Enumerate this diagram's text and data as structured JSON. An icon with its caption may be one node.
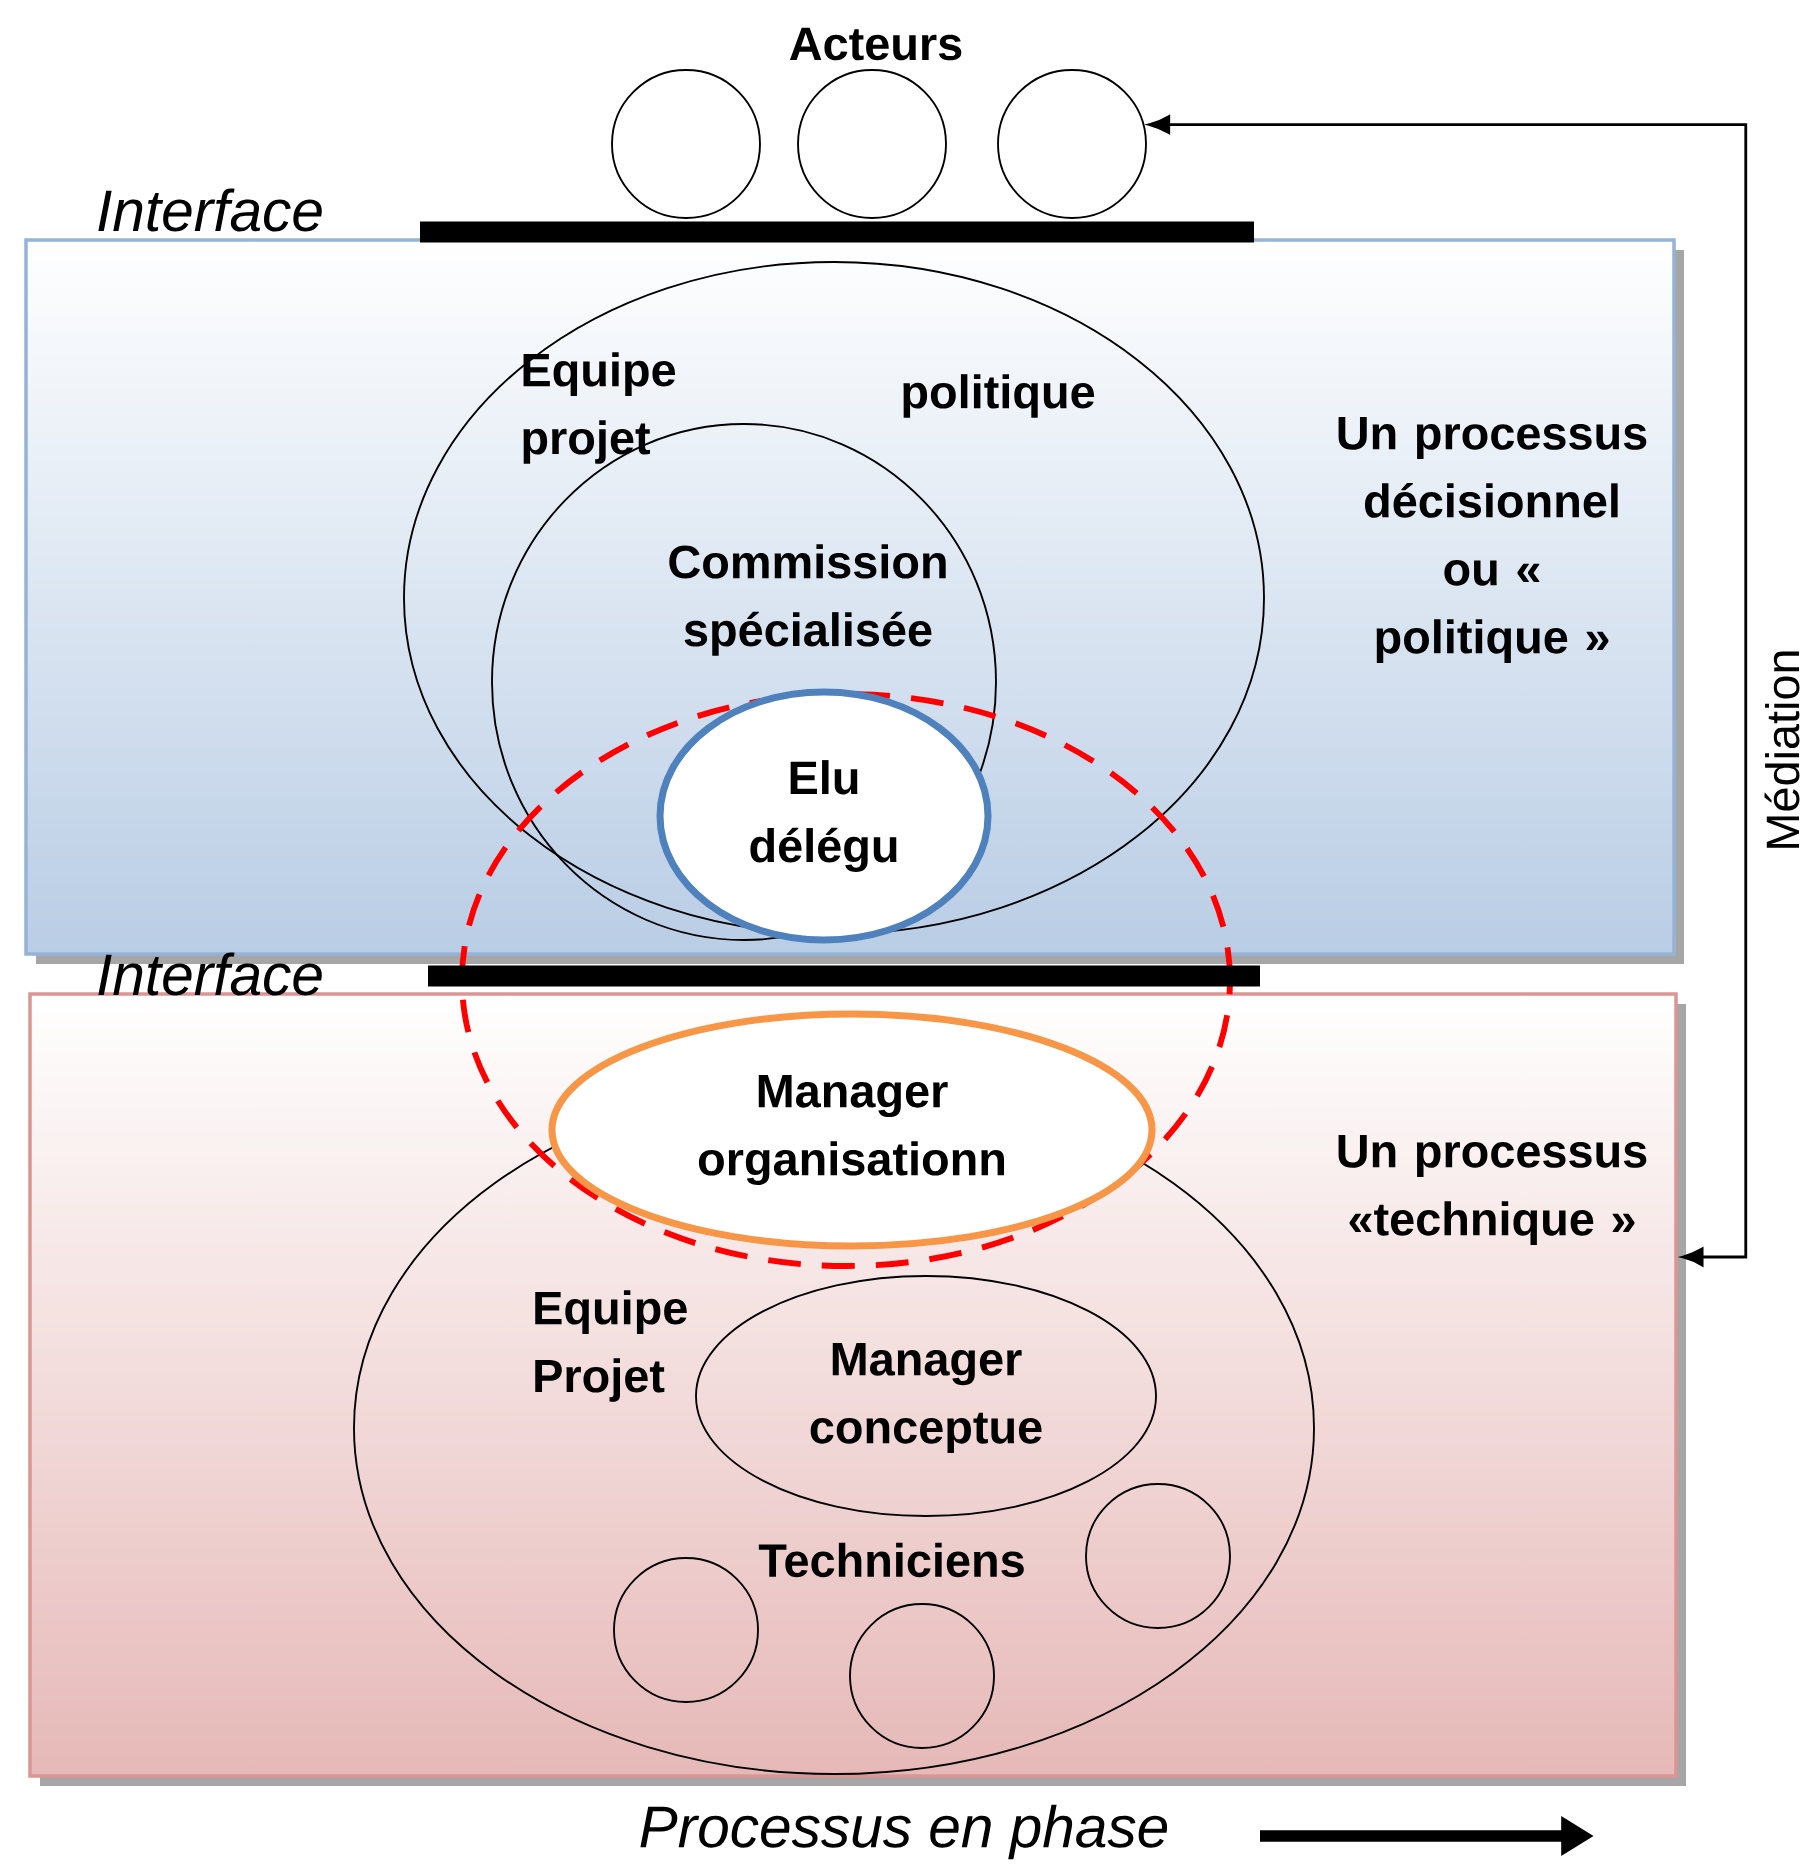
{
  "diagram": {
    "nodes": [
      {
        "text": [],
        "shape": "circle"
      },
      {
        "text": [],
        "shape": "circle"
      },
      {
        "text": [],
        "shape": "circle"
      },
      {
        "text": [
          "Un processus décisionnel ou « politique »"
        ]
      },
      {
        "text": [
          "Equipe projet",
          "politique"
        ],
        "in": 3
      },
      {
        "text": [
          "Commission spécialisée"
        ],
        "in": 4
      },
      {
        "text": [
          "Elu délégu"
        ]
      },
      {
        "text": [],
        "shape": "circle"
      },
      {
        "text": [
          "Un processus «technique »"
        ]
      },
      {
        "text": [
          "Equipe Projet"
        ],
        "in": 8
      },
      {
        "text": [
          "Manager organisationn"
        ]
      },
      {
        "text": [
          "Manager conceptue"
        ],
        "in": 9
      },
      {
        "text": [],
        "shape": "circle",
        "in": 9
      },
      {
        "text": [],
        "shape": "circle",
        "in": 9
      },
      {
        "text": [],
        "shape": "circle",
        "in": 9
      }
    ],
    "edges": [
      {
        "from": 8,
        "to": 2,
        "arrow": "both",
        "label": "Médiation"
      }
    ],
    "labels": [
      "Acteurs",
      "Interface",
      "Interface",
      "Techniciens",
      "Processus en phase"
    ]
  }
}
